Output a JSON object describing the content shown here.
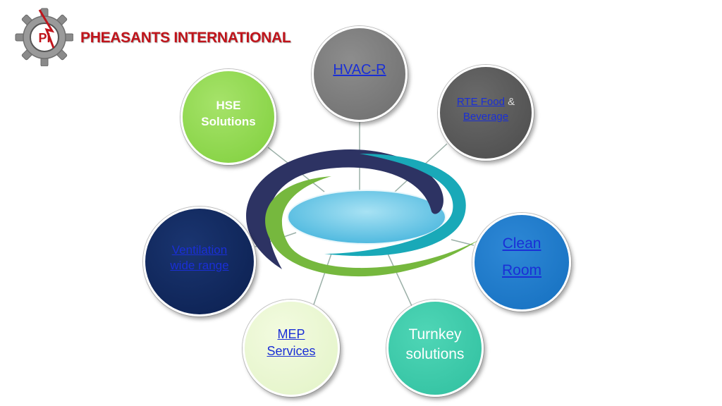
{
  "header": {
    "logo_text": "PI",
    "company_name": "PHEASANTS INTERNATIONAL"
  },
  "nodes": {
    "hvac": {
      "label": "HVAC-R"
    },
    "rte": {
      "line1_link": "RTE Food",
      "line1_suffix": "&",
      "line2_link": "Beverage"
    },
    "hse": {
      "line1": "HSE",
      "line2": "Solutions"
    },
    "ventilation": {
      "line1": "Ventilation",
      "line2": "wide range"
    },
    "clean_room": {
      "line1": "Clean",
      "line2": "Room"
    },
    "mep": {
      "line1": "MEP",
      "line2": "Services"
    },
    "turnkey": {
      "line1": "Turnkey",
      "line2": "solutions"
    }
  },
  "colors": {
    "brand_red": "#c0141b",
    "link_blue": "#1a2fd6",
    "swirl_navy": "#2d3363",
    "swirl_teal": "#19a9b8",
    "swirl_green": "#76b83e",
    "center_disc": "#6cc8e6"
  }
}
